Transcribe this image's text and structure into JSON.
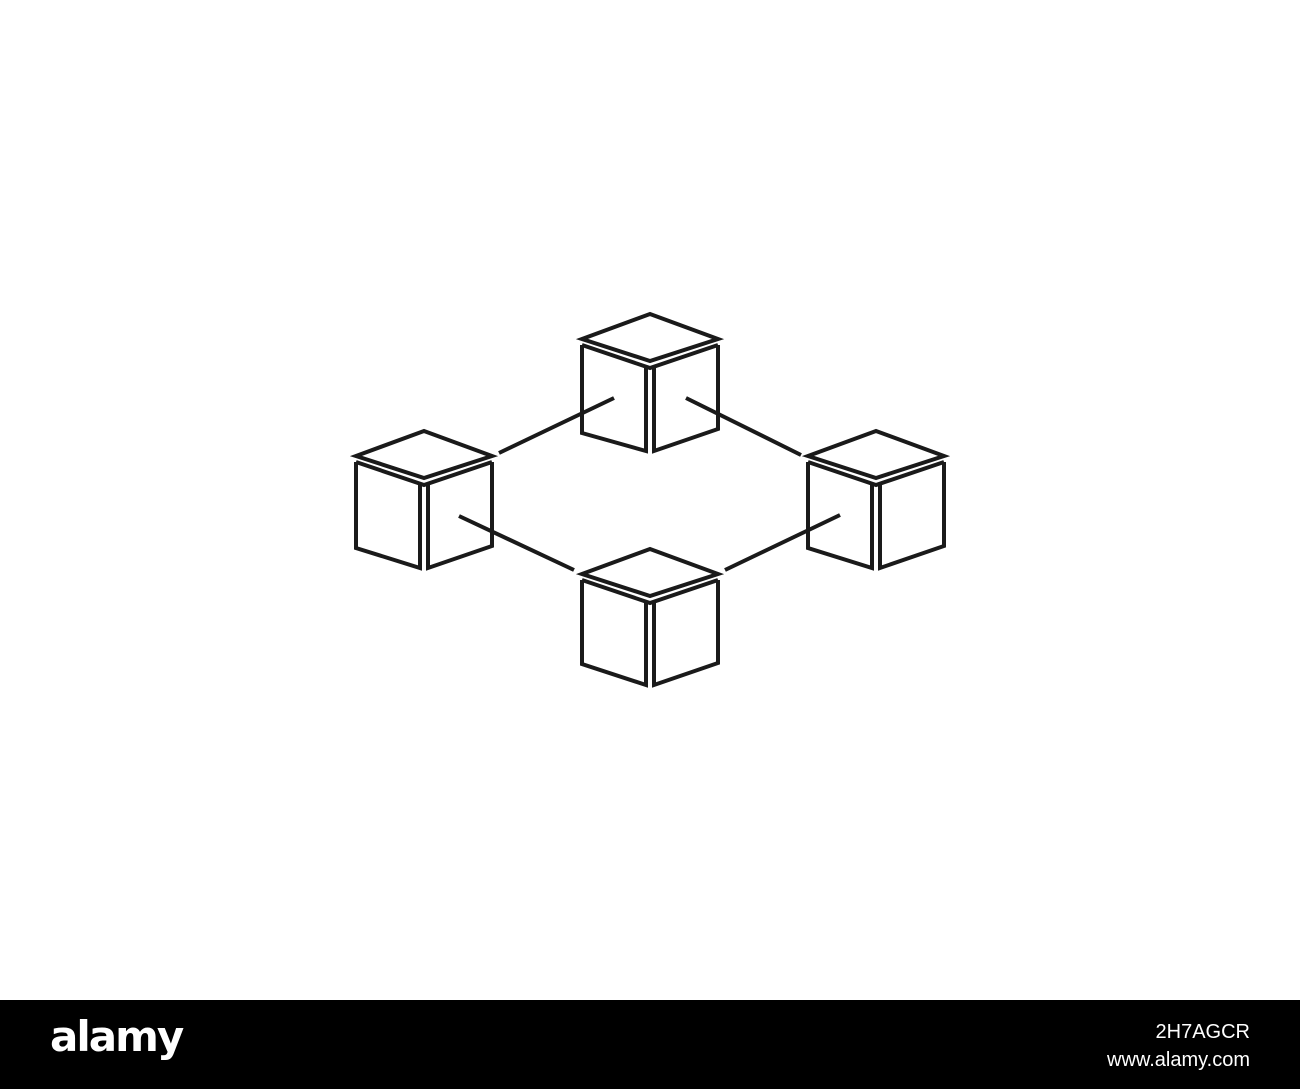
{
  "artwork": {
    "icon_name": "blockchain-network-icon",
    "stroke_color": "#1a1a1a",
    "background_color": "#ffffff",
    "nodes": [
      "cube-top",
      "cube-left",
      "cube-right",
      "cube-bottom"
    ]
  },
  "footer": {
    "background_color": "#000000",
    "logo": "alamy",
    "image_id": "2H7AGCR",
    "site": "www.alamy.com"
  }
}
